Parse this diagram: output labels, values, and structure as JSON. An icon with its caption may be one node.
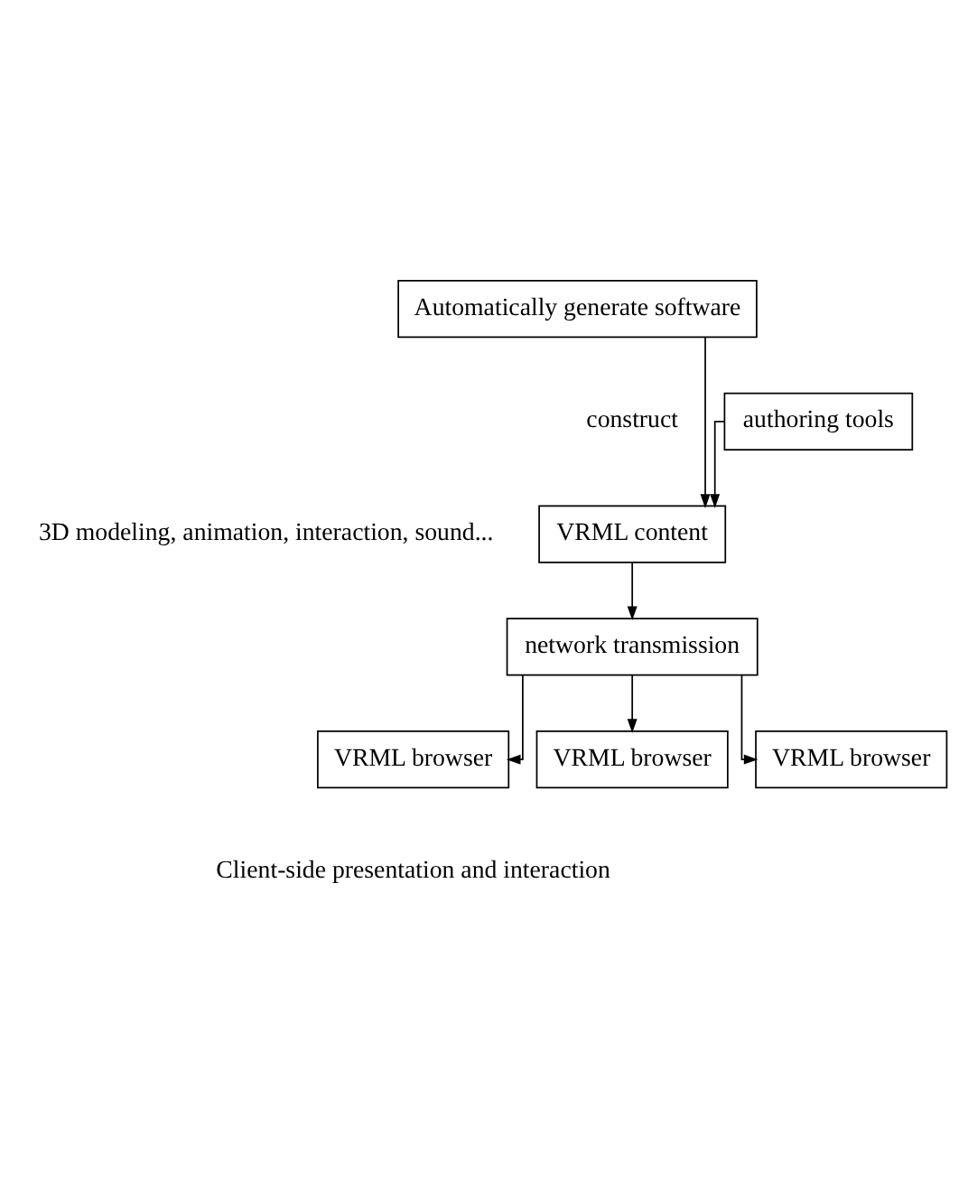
{
  "diagram": {
    "nodes": [
      {
        "text": [
          "Automatically generate software"
        ]
      },
      {
        "text": [
          "authoring tools"
        ]
      },
      {
        "text": [
          "VRML content"
        ]
      },
      {
        "text": [
          "network transmission"
        ]
      },
      {
        "text": [
          "VRML browser"
        ]
      },
      {
        "text": [
          "VRML browser"
        ]
      },
      {
        "text": [
          "VRML browser"
        ]
      }
    ],
    "edges": [
      {
        "from": 0,
        "to": 2,
        "arrow": "to"
      },
      {
        "from": 1,
        "to": 2,
        "arrow": "to"
      },
      {
        "from": 2,
        "to": 3,
        "arrow": "to"
      },
      {
        "from": 3,
        "to": 4,
        "arrow": "to"
      },
      {
        "from": 3,
        "to": 5,
        "arrow": "to"
      },
      {
        "from": 3,
        "to": 6,
        "arrow": "to"
      }
    ],
    "labels": [
      "construct",
      "3D modeling, animation, interaction, sound...",
      "Client-side presentation and interaction"
    ]
  }
}
